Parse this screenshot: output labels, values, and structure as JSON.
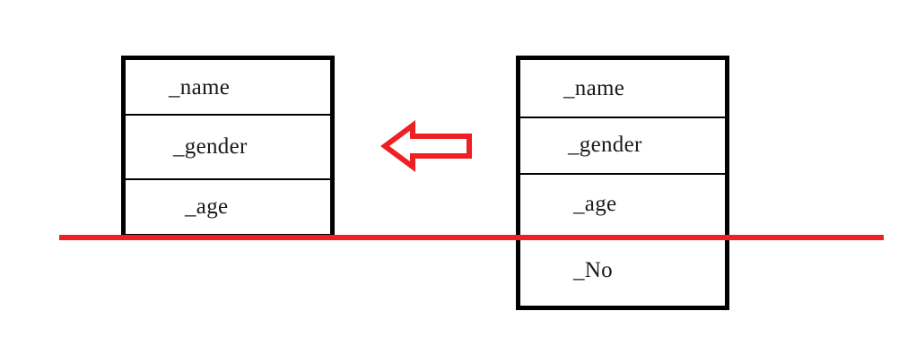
{
  "diagram": {
    "type": "class-field-comparison",
    "title_visible": false,
    "colors": {
      "border": "#000000",
      "accent_red": "#ED2024",
      "text": "#1A1A1A",
      "background": "#FFFFFF"
    },
    "boxes": [
      {
        "id": "left",
        "name": "left-field-box",
        "rows": [
          {
            "label": "_name"
          },
          {
            "label": "_gender"
          },
          {
            "label": "_age"
          }
        ]
      },
      {
        "id": "right",
        "name": "right-field-box",
        "rows": [
          {
            "label": "_name"
          },
          {
            "label": "_gender"
          },
          {
            "label": "_age"
          },
          {
            "label": "_No"
          }
        ]
      }
    ],
    "arrow": {
      "name": "left-pointing-arrow",
      "direction": "left",
      "style": "outline",
      "color": "#ED2024"
    },
    "rule": {
      "name": "horizontal-red-rule",
      "color": "#ED2024",
      "orientation": "horizontal"
    }
  }
}
